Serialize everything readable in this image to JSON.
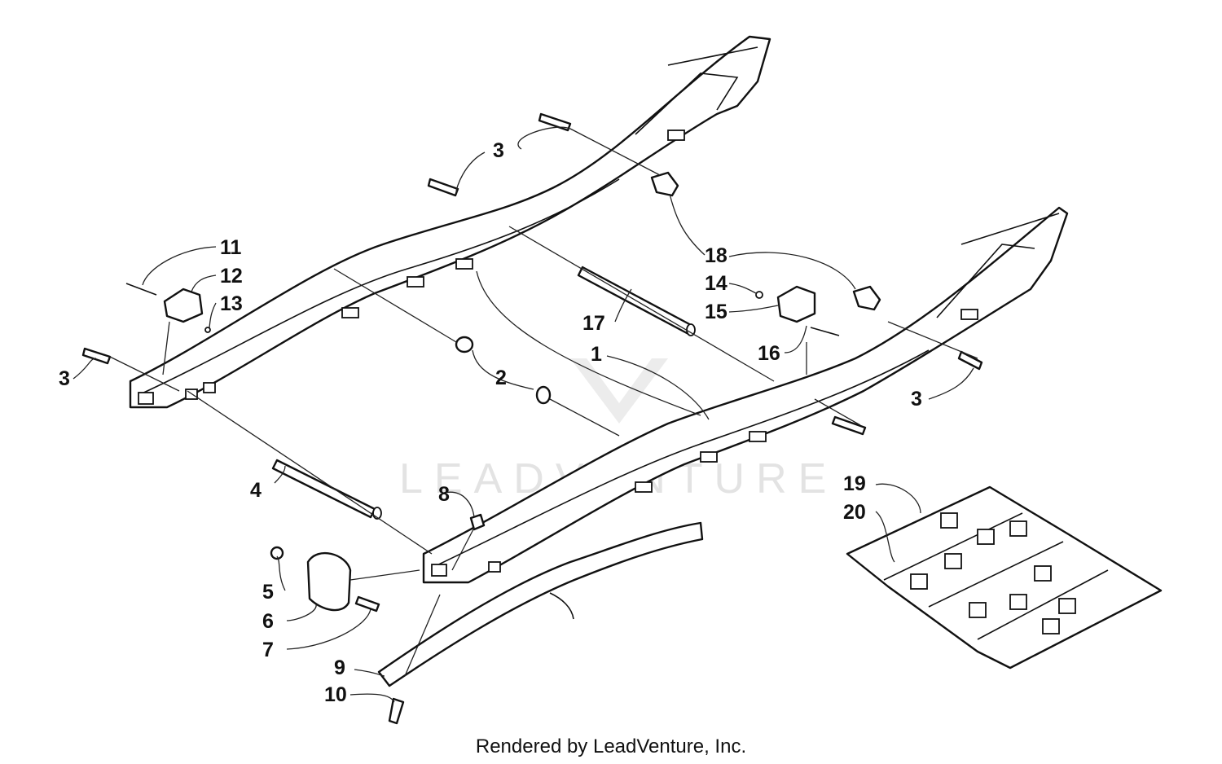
{
  "callouts": {
    "c1": "1",
    "c2": "2",
    "c3a": "3",
    "c3b": "3",
    "c3c": "3",
    "c4": "4",
    "c5": "5",
    "c6": "6",
    "c7": "7",
    "c8": "8",
    "c9": "9",
    "c10": "10",
    "c11": "11",
    "c12": "12",
    "c13": "13",
    "c14": "14",
    "c15": "15",
    "c16": "16",
    "c17": "17",
    "c18": "18",
    "c19": "19",
    "c20": "20"
  },
  "watermark": "LEADVENTURE",
  "footer": "Rendered by LeadVenture, Inc."
}
